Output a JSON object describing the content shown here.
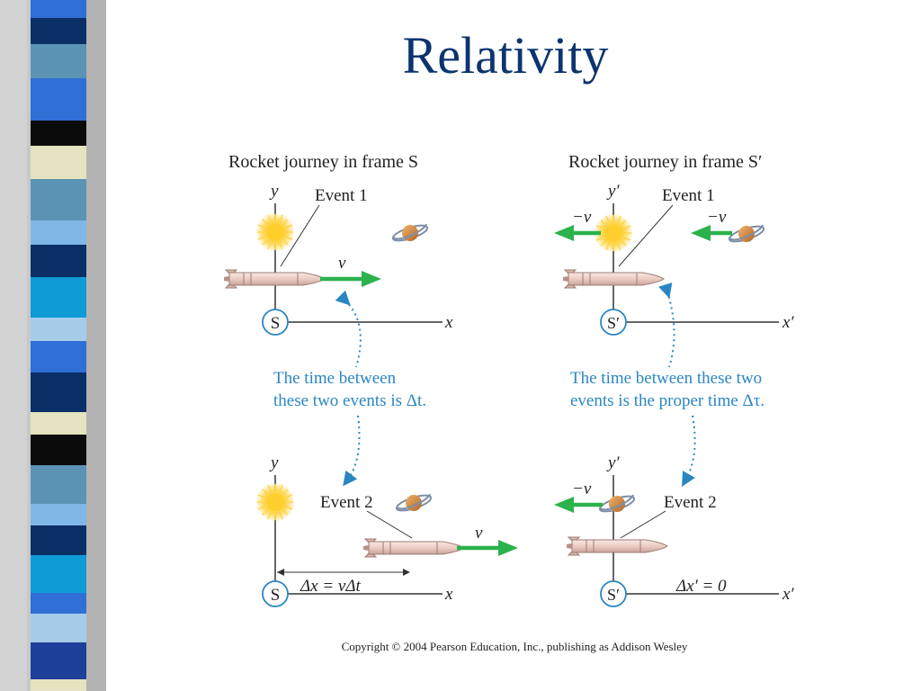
{
  "slide": {
    "title": "Relativity",
    "copyright": "Copyright © 2004 Pearson Education, Inc., publishing as Addison Wesley"
  },
  "panels": {
    "frame_s": {
      "heading": "Rocket journey in frame S",
      "axis_y": "y",
      "axis_x": "x",
      "origin": "S",
      "event1": "Event 1",
      "event2": "Event 2",
      "velocity": "v",
      "displacement_label": "Δx = vΔt",
      "caption_line1": "The time between",
      "caption_line2": "these two events is Δt."
    },
    "frame_s_prime": {
      "heading": "Rocket journey in frame S′",
      "axis_y": "y′",
      "axis_x": "x′",
      "origin": "S′",
      "event1": "Event 1",
      "event2": "Event 2",
      "velocity": "−v",
      "displacement_label": "Δx′ = 0",
      "caption_line1": "The time between these two",
      "caption_line2": "events is the proper time Δτ."
    }
  },
  "colors": {
    "title": "#0b3470",
    "caption": "#2a86c2",
    "arrow_green": "#2bb24c",
    "axis": "#333333"
  },
  "icons": [
    "sun-icon",
    "planet-icon",
    "rocket-icon"
  ]
}
